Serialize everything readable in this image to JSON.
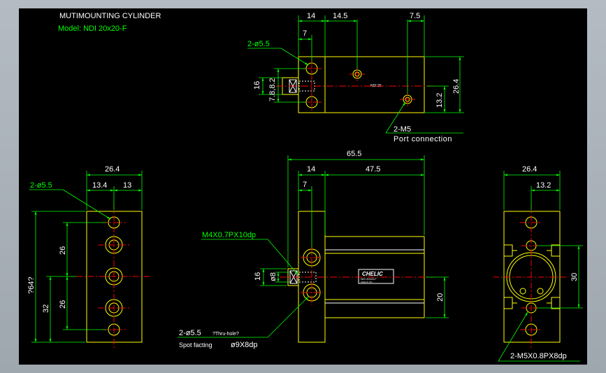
{
  "header": {
    "title": "MUTIMOUNTING CYLINDER",
    "model": "Model: NDI 20x20-F"
  },
  "top_view": {
    "dim_14": "14",
    "dim_14_5": "14.5",
    "dim_7_5": "7.5",
    "dim_7": "7",
    "holes_label": "2-ø5.5",
    "dim_16": "16",
    "dim_7_8_8_2": "7.8,8.2",
    "dim_26_4": "26.4",
    "dim_13_2": "13.2",
    "port_label": "2-M5",
    "port_desc": "Port connection",
    "tiny_label": "NDI 20"
  },
  "left_view": {
    "dim_26_4": "26.4",
    "dim_13_4": "13.4",
    "dim_13": "13",
    "holes_label": "2-ø5.5",
    "dim_64": "?64?",
    "dim_26a": "26",
    "dim_26b": "26",
    "dim_32": "32"
  },
  "front_view": {
    "dim_65_5": "65.5",
    "dim_14": "14",
    "dim_47_5": "47.5",
    "dim_7": "7",
    "thread_label": "M4X0.7PX10dp",
    "dim_16": "16",
    "dim_o8": "ø8",
    "dim_20": "20",
    "hole_label": "2-ø5.5",
    "thru_label": "?Thru-hole?",
    "spot_label": "Spot facting",
    "spot_dim": "ø9X8dp",
    "brand": "CHELIC",
    "brand_sub": "NDI 20x20-F",
    "brand_sub2": "CHELIC CO."
  },
  "right_view": {
    "dim_26_4": "26.4",
    "dim_13_2": "13.2",
    "dim_30": "30",
    "thread_label": "2-M5X0.8PX8dp"
  },
  "colors": {
    "background": "#000000",
    "part": "#ffff00",
    "dimension": "#00ff00",
    "center_line": "#ff0000",
    "text": "#ffffff",
    "thin_white": "#ffffff",
    "frame": "#a9b0b8"
  }
}
